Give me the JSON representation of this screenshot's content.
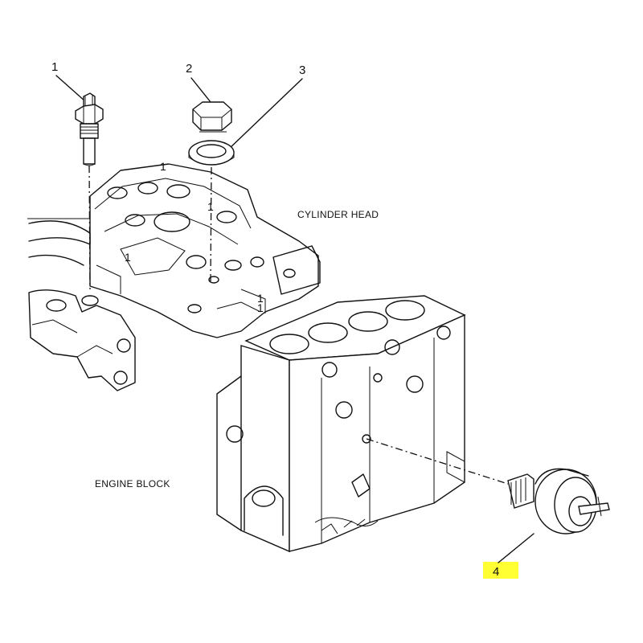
{
  "labels": {
    "cylinder_head": "CYLINDER HEAD",
    "engine_block": "ENGINE BLOCK"
  },
  "callouts": {
    "c1": "1",
    "c2": "2",
    "c3": "3",
    "c4": "4"
  },
  "head_ones": [
    "1",
    "1",
    "1",
    "1"
  ],
  "highlight_color": "#ffff33"
}
